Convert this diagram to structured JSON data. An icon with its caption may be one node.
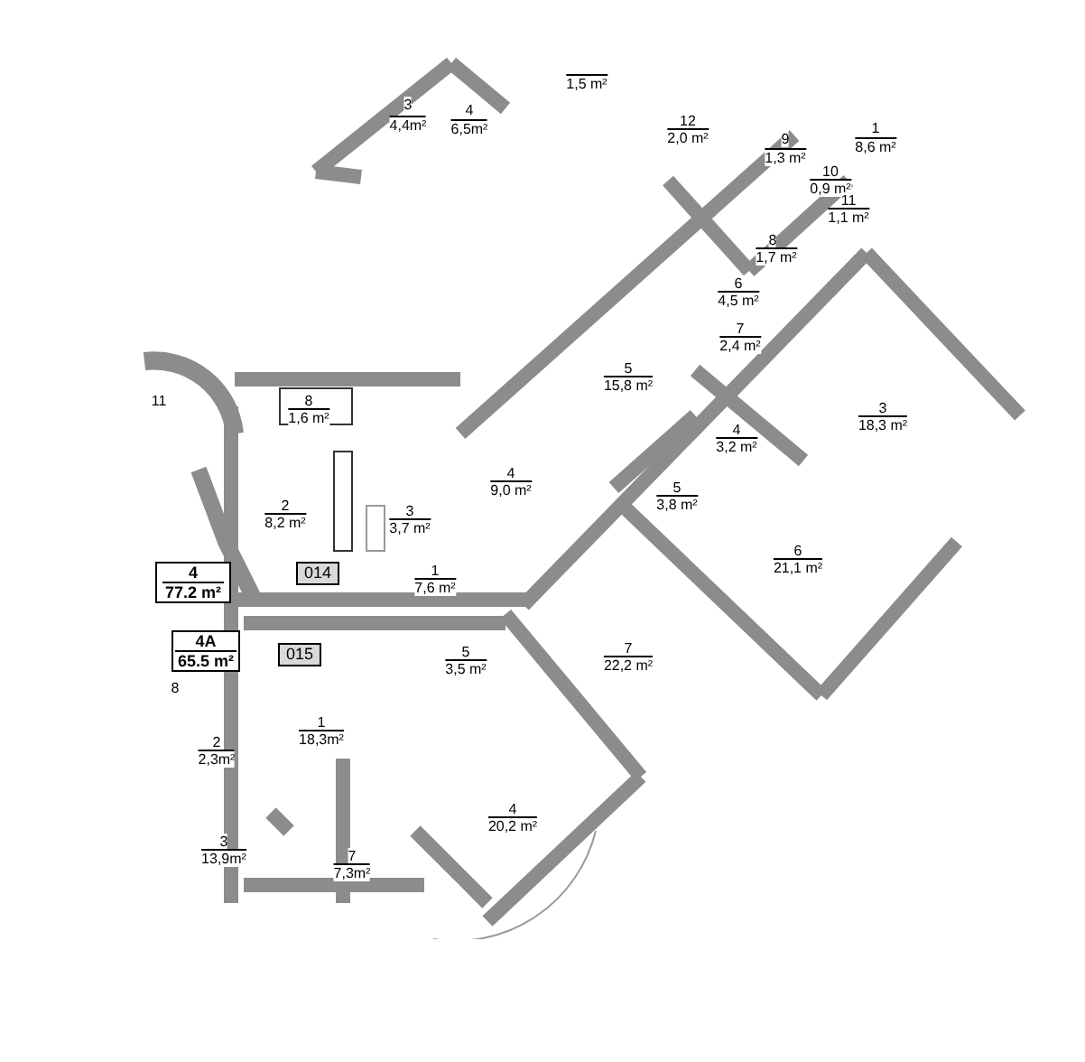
{
  "diagram": {
    "nodes": [
      {
        "text": [
          "4",
          "77.2 m²"
        ]
      },
      {
        "text": [
          "014"
        ]
      },
      {
        "text": [
          "4A",
          "65.5 m²"
        ]
      },
      {
        "text": [
          "015"
        ]
      }
    ],
    "labels": [
      "3",
      "4,4m²",
      "4",
      "6,5m²",
      "1,5 m²",
      "12",
      "2,0 m²",
      "9",
      "1,3 m²",
      "1",
      "8,6 m²",
      "10",
      "0,9 m²",
      "11",
      "1,1 m²",
      "8",
      "1,7 m²",
      "6",
      "4,5 m²",
      "7",
      "2,4 m²",
      "5",
      "15,8 m²",
      "8",
      "1,6 m²",
      "11",
      "3",
      "18,3 m²",
      "4",
      "3,2 m²",
      "4",
      "9,0 m²",
      "5",
      "3,8 m²",
      "2",
      "8,2 m²",
      "3",
      "3,7 m²",
      "1",
      "7,6 m²",
      "6",
      "21,1 m²",
      "7",
      "22,2 m²",
      "5",
      "3,5 m²",
      "8",
      "1",
      "18,3m²",
      "2",
      "2,3m²",
      "4",
      "20,2 m²",
      "3",
      "13,9m²",
      "7",
      "7,3m²"
    ]
  }
}
